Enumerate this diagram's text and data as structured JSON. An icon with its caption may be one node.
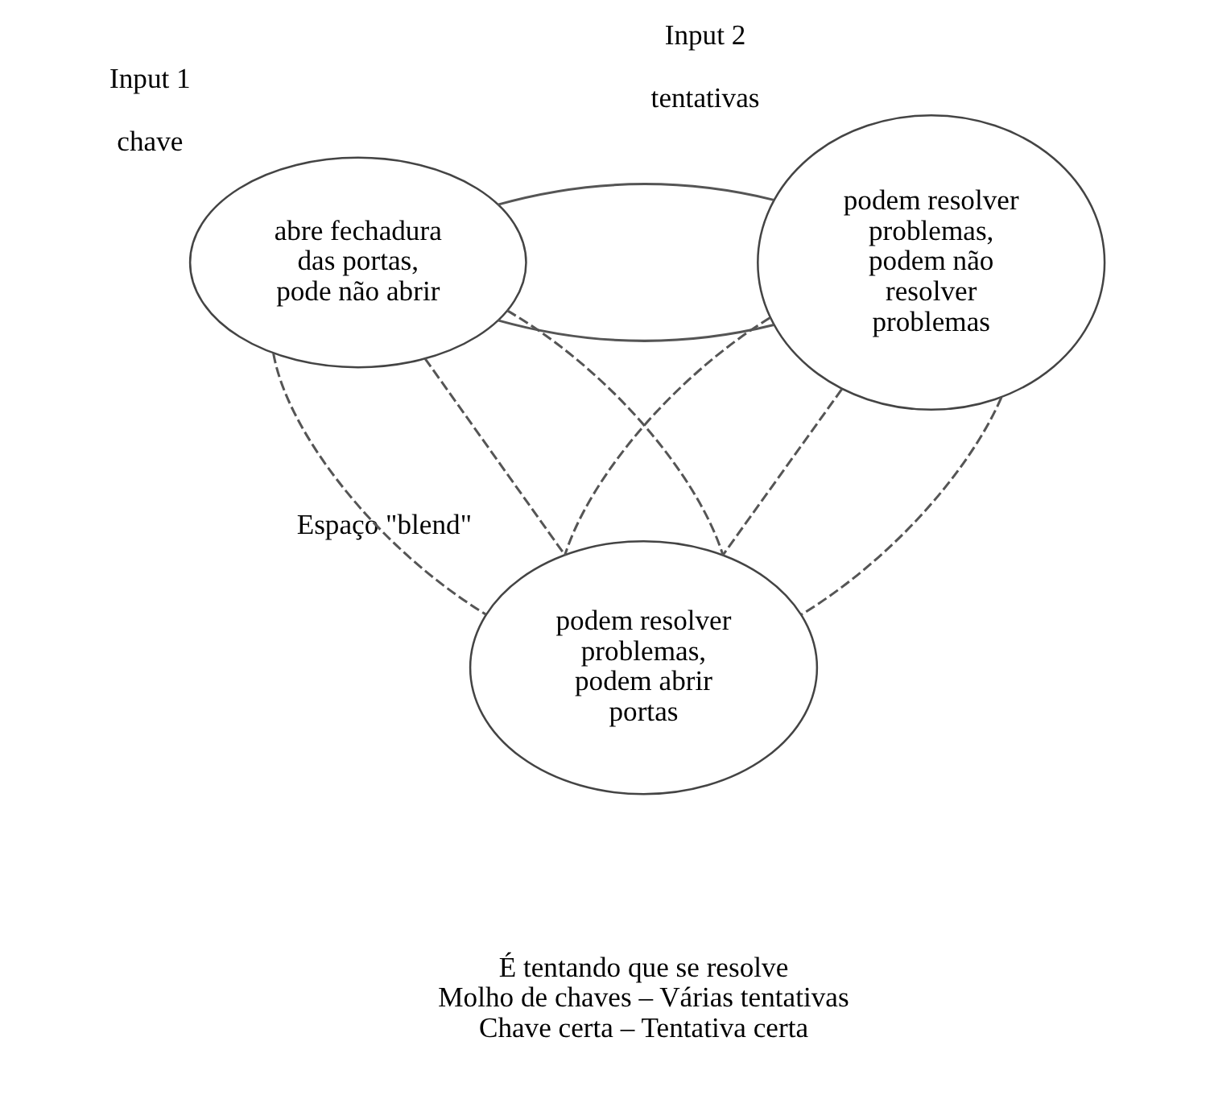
{
  "diagram": {
    "nodes": [
      {
        "text": [
          "abre fechadura das portas, pode não abrir"
        ],
        "beside": [
          "Input 1",
          "chave"
        ]
      },
      {
        "text": [
          "podem resolver problemas, podem não resolver problemas"
        ],
        "beside": [
          "Input 2",
          "tentativas"
        ]
      },
      {
        "text": [
          "podem resolver problemas, podem abrir portas"
        ],
        "beside": [
          "Espaço \"blend\""
        ]
      }
    ],
    "edges": [
      {
        "from": 0,
        "to": 1,
        "arrow": "none"
      },
      {
        "from": 0,
        "to": 1,
        "arrow": "none"
      },
      {
        "from": 0,
        "to": 2,
        "arrow": "none",
        "style": "dashed"
      },
      {
        "from": 0,
        "to": 2,
        "arrow": "none",
        "style": "dashed"
      },
      {
        "from": 0,
        "to": 2,
        "arrow": "none",
        "style": "dashed"
      },
      {
        "from": 1,
        "to": 2,
        "arrow": "none",
        "style": "dashed"
      },
      {
        "from": 1,
        "to": 2,
        "arrow": "none",
        "style": "dashed"
      },
      {
        "from": 1,
        "to": 2,
        "arrow": "none",
        "style": "dashed"
      }
    ],
    "labels": [
      "É tentando que se resolve",
      "Molho de chaves – Várias tentativas",
      "Chave certa – Tentativa certa"
    ]
  }
}
